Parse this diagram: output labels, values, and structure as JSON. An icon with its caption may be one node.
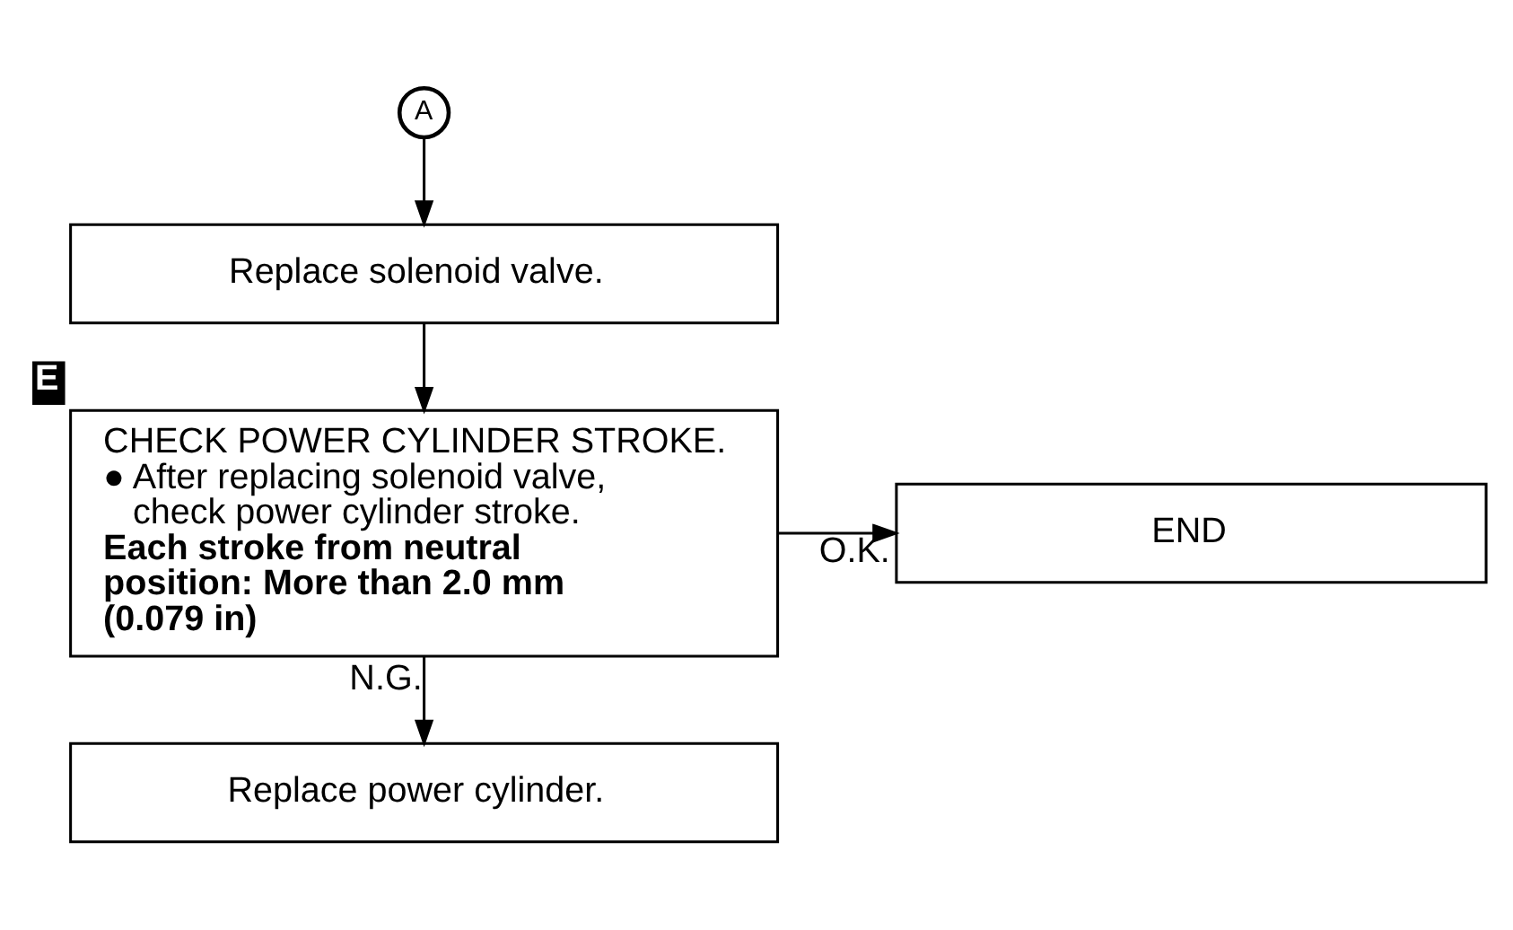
{
  "diagram": {
    "nodes": [
      {
        "text": [
          "A"
        ]
      },
      {
        "text": [
          "Replace solenoid valve."
        ]
      },
      {
        "text": [
          "CHECK POWER CYLINDER STROKE.",
          "● After replacing solenoid valve, check power cylinder stroke.",
          "Each stroke from neutral position: More than 2.0 mm (0.079 in)"
        ],
        "beside": [
          "E"
        ]
      },
      {
        "text": [
          "END"
        ]
      },
      {
        "text": [
          "Replace power cylinder."
        ]
      }
    ],
    "edges": [
      {
        "from": 0,
        "to": 1,
        "arrow": "to"
      },
      {
        "from": 1,
        "to": 2,
        "arrow": "to"
      },
      {
        "from": 2,
        "to": 3,
        "arrow": "to",
        "label": "O.K."
      },
      {
        "from": 2,
        "to": 4,
        "arrow": "to",
        "label": "N.G."
      }
    ]
  }
}
